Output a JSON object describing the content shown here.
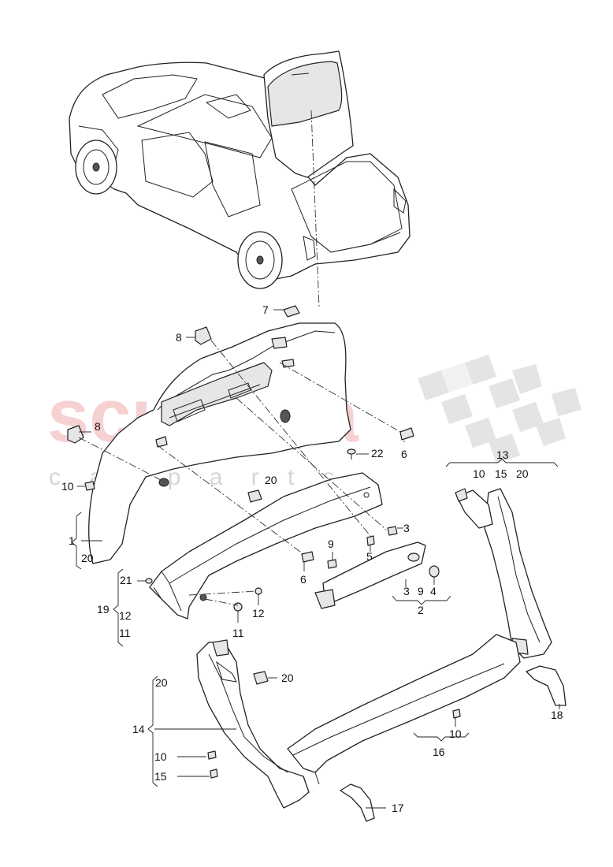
{
  "watermark": {
    "brand": "scuderia",
    "sub": "c a r p a r t s"
  },
  "callouts": {
    "c1": "1",
    "c2": "2",
    "c3a": "3",
    "c3b": "3",
    "c4": "4",
    "c5": "5",
    "c6a": "6",
    "c6b": "6",
    "c7": "7",
    "c8a": "8",
    "c8b": "8",
    "c9a": "9",
    "c9b": "9",
    "c10a": "10",
    "c10b": "10",
    "c10c": "10",
    "c10d": "10",
    "c11a": "11",
    "c11b": "11",
    "c12a": "12",
    "c12b": "12",
    "c13": "13",
    "c14": "14",
    "c15a": "15",
    "c15b": "15",
    "c16": "16",
    "c17": "17",
    "c18": "18",
    "c19": "19",
    "c20a": "20",
    "c20b": "20",
    "c20c": "20",
    "c20d": "20",
    "c20e": "20",
    "c21": "21",
    "c22": "22"
  },
  "colors": {
    "line": "#222222",
    "watermark_red": "#f4c2c4",
    "watermark_grey": "#d6d6d6",
    "checker": "#e2e2e2"
  }
}
